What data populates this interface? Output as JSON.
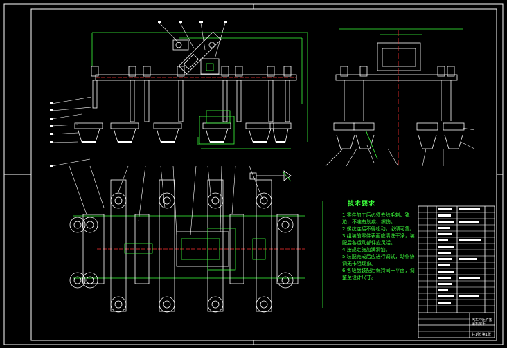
{
  "technical_requirements": {
    "title": "技术要求",
    "items": [
      "1.零件加工后必须去除毛刺、锐边，不准有划痕、擦伤。",
      "2.螺纹连接不得松动，必须可靠。",
      "3.组装前零件表面应清洗干净，装配后各运动部件应灵活。",
      "4.按规定施加润滑油。",
      "5.装配完成后应进行调试，动作协调无卡阻现象。",
      "6.各吸盘装配后保持同一平面，调整至设计尺寸。"
    ]
  },
  "title_block": {
    "drawing_name": "汽车冲压件搬运机械手",
    "sheet_label": "共1张 第1张"
  },
  "colors": {
    "background": "#000000",
    "outline": "#ffffff",
    "dimension": "#3cff3c",
    "center_line": "#ff3030",
    "leader": "#ffffff"
  }
}
